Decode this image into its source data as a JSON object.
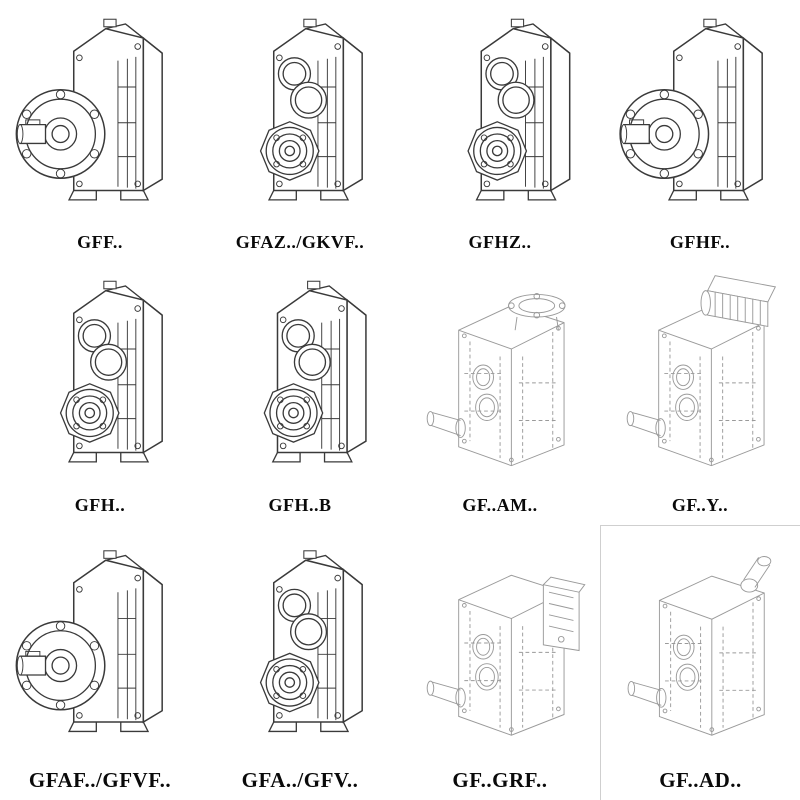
{
  "page": {
    "background": "#ffffff",
    "line_color_solid": "#3a3a3a",
    "line_color_ghost": "#9a9a9a"
  },
  "grid": {
    "items": [
      {
        "label": "GFF..",
        "drawing": "flange-output-gearbox-drawing"
      },
      {
        "label": "GFAZ../GKVF..",
        "drawing": "hollow-shaft-gearbox-drawing"
      },
      {
        "label": "GFHZ..",
        "drawing": "hollow-shaft-gearbox-drawing"
      },
      {
        "label": "GFHF..",
        "drawing": "flange-output-gearbox-drawing"
      },
      {
        "label": "GFH..",
        "drawing": "foot-mounted-gearbox-drawing"
      },
      {
        "label": "GFH..B",
        "drawing": "foot-mounted-gearbox-drawing"
      },
      {
        "label": "GF..AM..",
        "drawing": "gearbox-with-motor-adapter-flange-ghost-drawing"
      },
      {
        "label": "GF..Y..",
        "drawing": "gearbox-with-mounted-motor-ghost-drawing"
      },
      {
        "label": "GFAF../GFVF..",
        "drawing": "flange-output-gearbox-drawing"
      },
      {
        "label": "GFA../GFV..",
        "drawing": "hollow-shaft-gearbox-drawing"
      },
      {
        "label": "GF..GRF..",
        "drawing": "gearbox-with-primary-reducer-ghost-drawing"
      },
      {
        "label": "GF..AD..",
        "drawing": "gearbox-with-input-shaft-adapter-ghost-drawing"
      }
    ]
  }
}
